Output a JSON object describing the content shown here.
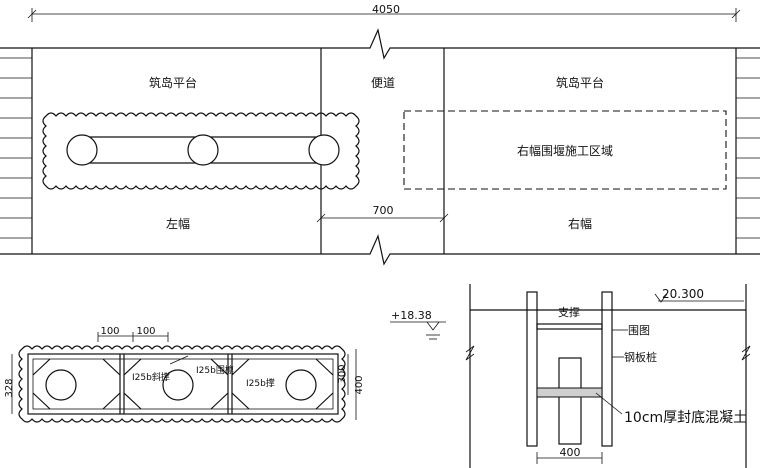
{
  "plan": {
    "overall_dim": "4050",
    "left_platform_label": "筑岛平台",
    "trestle_label": "便道",
    "right_platform_label": "筑岛平台",
    "right_zone_label": "右幅围堰施工区域",
    "left_span_label": "左幅",
    "right_span_label": "右幅",
    "trestle_width": "700"
  },
  "cofferdam_plan": {
    "dim_100_a": "100",
    "dim_100_b": "100",
    "brace_a": "I25b斜撑",
    "brace_b": "I25b围檩",
    "brace_c": "I25b撑",
    "dim_328": "328",
    "dim_300": "300",
    "dim_400": "400"
  },
  "section": {
    "water_level": "+18.38",
    "top_level": "20.300",
    "support_label": "支撑",
    "waling_label": "围图",
    "sheet_pile_label": "钢板桩",
    "seal_concrete_label": "10cm厚封底混凝土",
    "width_dim": "400"
  }
}
